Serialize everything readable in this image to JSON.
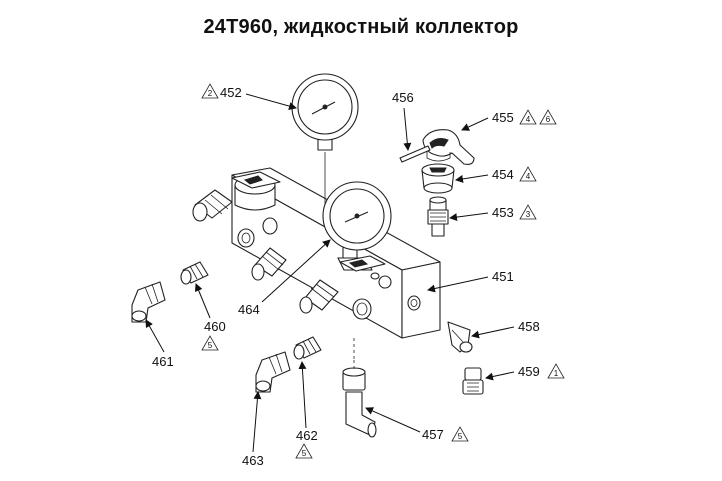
{
  "title": "24T960, жидкостный коллектор",
  "callouts": {
    "p452": {
      "label": "452",
      "warn": "2"
    },
    "p456": {
      "label": "456"
    },
    "p455": {
      "label": "455",
      "warn1": "4",
      "warn2": "6"
    },
    "p454": {
      "label": "454",
      "warn": "4"
    },
    "p453": {
      "label": "453",
      "warn": "3"
    },
    "p451": {
      "label": "451"
    },
    "p458": {
      "label": "458"
    },
    "p459": {
      "label": "459",
      "warn": "1"
    },
    "p457": {
      "label": "457",
      "warn": "5"
    },
    "p462": {
      "label": "462",
      "warn": "5"
    },
    "p463": {
      "label": "463"
    },
    "p464": {
      "label": "464"
    },
    "p460": {
      "label": "460",
      "warn": "5"
    },
    "p461": {
      "label": "461"
    }
  }
}
